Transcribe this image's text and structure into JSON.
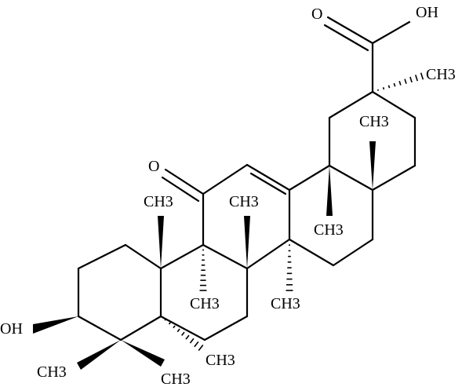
{
  "molecule": {
    "labels": {
      "acid_o": "O",
      "acid_oh": "OH",
      "ketone_o": "O",
      "hydroxyl": "OH",
      "me_c20": "CH3",
      "me_c17": "CH3",
      "me_c18": "CH3",
      "me_c10": "CH3",
      "me_c8": "CH3",
      "me_c9": "CH3",
      "me_c14": "CH3",
      "me_c4a": "CH3",
      "me_c4b": "CH3",
      "me_c5": "CH3"
    }
  }
}
